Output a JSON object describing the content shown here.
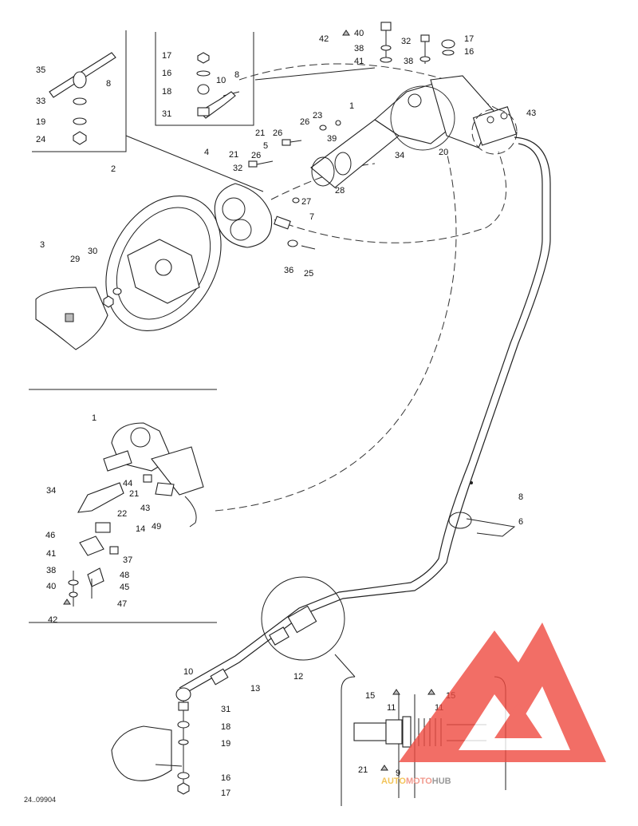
{
  "callouts": [
    {
      "id": "n42a",
      "text": "42"
    },
    {
      "id": "n40a",
      "text": "40"
    },
    {
      "id": "n38a",
      "text": "38"
    },
    {
      "id": "n41a",
      "text": "41"
    },
    {
      "id": "n32a",
      "text": "32"
    },
    {
      "id": "n38b",
      "text": "38"
    },
    {
      "id": "n17a",
      "text": "17"
    },
    {
      "id": "n16a",
      "text": "16"
    },
    {
      "id": "n35",
      "text": "35"
    },
    {
      "id": "n8a",
      "text": "8"
    },
    {
      "id": "n33",
      "text": "33"
    },
    {
      "id": "n19a",
      "text": "19"
    },
    {
      "id": "n24",
      "text": "24"
    },
    {
      "id": "n17b",
      "text": "17"
    },
    {
      "id": "n16b",
      "text": "16"
    },
    {
      "id": "n18a",
      "text": "18"
    },
    {
      "id": "n10a",
      "text": "10"
    },
    {
      "id": "n8b",
      "text": "8"
    },
    {
      "id": "n31a",
      "text": "31"
    },
    {
      "id": "n1a",
      "text": "1"
    },
    {
      "id": "n23",
      "text": "23"
    },
    {
      "id": "n26a",
      "text": "26"
    },
    {
      "id": "n43a",
      "text": "43"
    },
    {
      "id": "n21a",
      "text": "21"
    },
    {
      "id": "n26b",
      "text": "26"
    },
    {
      "id": "n5",
      "text": "5"
    },
    {
      "id": "n39",
      "text": "39"
    },
    {
      "id": "n21b",
      "text": "21"
    },
    {
      "id": "n26c",
      "text": "26"
    },
    {
      "id": "n32b",
      "text": "32"
    },
    {
      "id": "n34a",
      "text": "34"
    },
    {
      "id": "n20",
      "text": "20"
    },
    {
      "id": "n4",
      "text": "4"
    },
    {
      "id": "n28",
      "text": "28"
    },
    {
      "id": "n27",
      "text": "27"
    },
    {
      "id": "n7",
      "text": "7"
    },
    {
      "id": "n2",
      "text": "2"
    },
    {
      "id": "n3",
      "text": "3"
    },
    {
      "id": "n29",
      "text": "29"
    },
    {
      "id": "n30",
      "text": "30"
    },
    {
      "id": "n36",
      "text": "36"
    },
    {
      "id": "n25",
      "text": "25"
    },
    {
      "id": "n1b",
      "text": "1"
    },
    {
      "id": "n34b",
      "text": "34"
    },
    {
      "id": "n44",
      "text": "44"
    },
    {
      "id": "n21c",
      "text": "21"
    },
    {
      "id": "n43b",
      "text": "43"
    },
    {
      "id": "n22",
      "text": "22"
    },
    {
      "id": "n14",
      "text": "14"
    },
    {
      "id": "n49",
      "text": "49"
    },
    {
      "id": "n46",
      "text": "46"
    },
    {
      "id": "n37",
      "text": "37"
    },
    {
      "id": "n41b",
      "text": "41"
    },
    {
      "id": "n48",
      "text": "48"
    },
    {
      "id": "n38c",
      "text": "38"
    },
    {
      "id": "n45",
      "text": "45"
    },
    {
      "id": "n40b",
      "text": "40"
    },
    {
      "id": "n47",
      "text": "47"
    },
    {
      "id": "n42b",
      "text": "42"
    },
    {
      "id": "n8c",
      "text": "8"
    },
    {
      "id": "n6",
      "text": "6"
    },
    {
      "id": "n10b",
      "text": "10"
    },
    {
      "id": "n12",
      "text": "12"
    },
    {
      "id": "n13",
      "text": "13"
    },
    {
      "id": "n31b",
      "text": "31"
    },
    {
      "id": "n18b",
      "text": "18"
    },
    {
      "id": "n19b",
      "text": "19"
    },
    {
      "id": "n16c",
      "text": "16"
    },
    {
      "id": "n17c",
      "text": "17"
    },
    {
      "id": "n15a",
      "text": "15"
    },
    {
      "id": "n15b",
      "text": "15"
    },
    {
      "id": "n11a",
      "text": "11"
    },
    {
      "id": "n11b",
      "text": "11"
    },
    {
      "id": "n21d",
      "text": "21"
    },
    {
      "id": "n9",
      "text": "9"
    }
  ],
  "diagram_code": "24..09904",
  "watermark": {
    "parts": [
      {
        "text": "AUTO",
        "color": "#f2c45a"
      },
      {
        "text": "MOTO",
        "color": "#f29a8e"
      },
      {
        "text": "HUB",
        "color": "#9a9a9a"
      }
    ],
    "logo_color": "#ef4a40"
  }
}
